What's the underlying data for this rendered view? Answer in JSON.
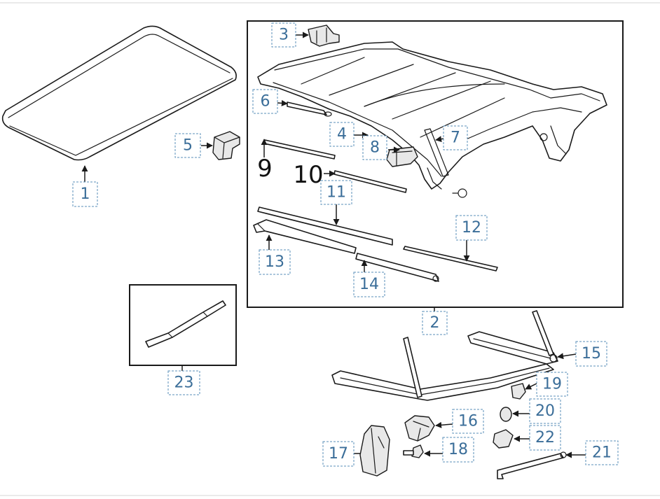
{
  "colors": {
    "callout_text": "#3b6e99",
    "callout_border": "#5a8fb8",
    "line_art": "#1a1a1a",
    "background": "#ffffff"
  },
  "callouts": {
    "c1": "1",
    "c2": "2",
    "c3": "3",
    "c4": "4",
    "c5": "5",
    "c6": "6",
    "c7": "7",
    "c8": "8",
    "c11": "11",
    "c12": "12",
    "c13": "13",
    "c14": "14",
    "c15": "15",
    "c16": "16",
    "c17": "17",
    "c18": "18",
    "c19": "19",
    "c20": "20",
    "c21": "21",
    "c22": "22",
    "c23": "23"
  },
  "plain_labels": {
    "p9": "9",
    "p10": "10"
  }
}
